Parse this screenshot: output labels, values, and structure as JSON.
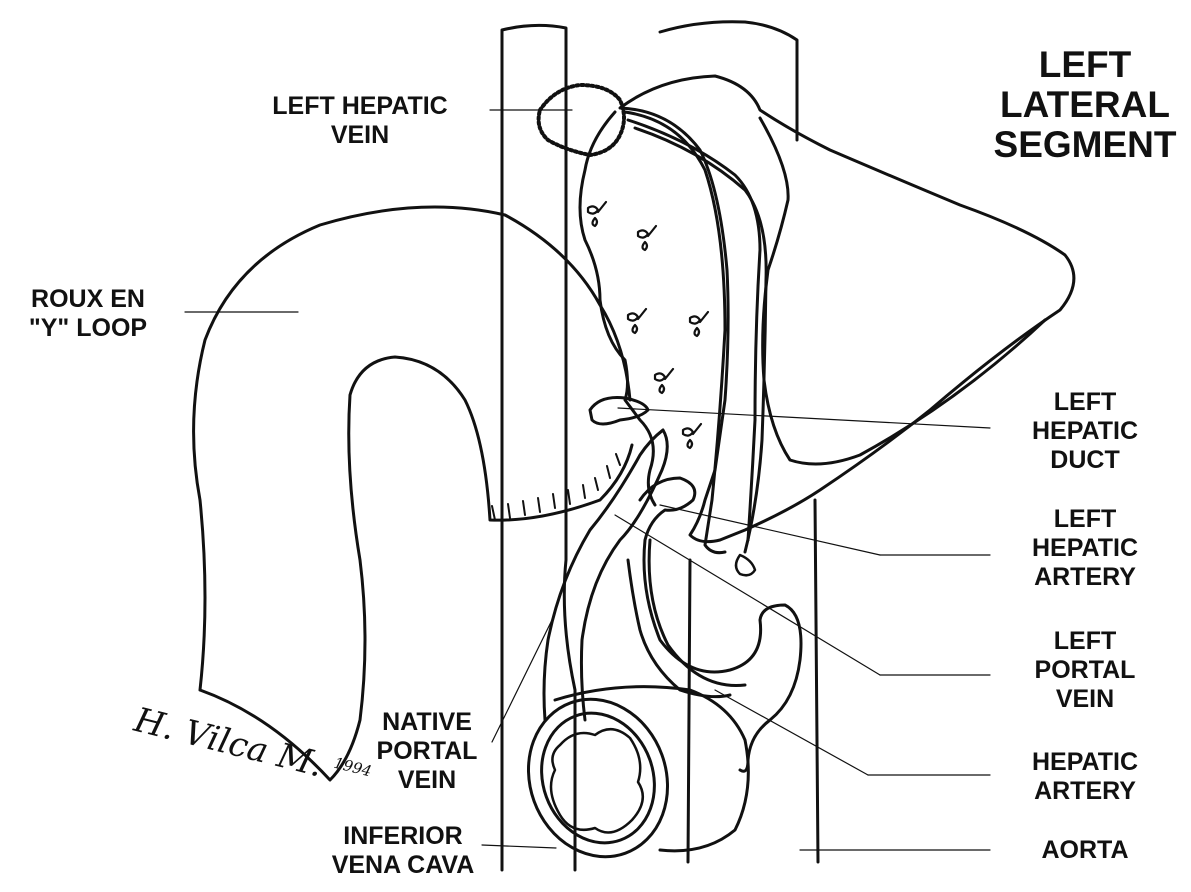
{
  "title": {
    "lines": [
      "LEFT",
      "LATERAL",
      "SEGMENT"
    ]
  },
  "labels": {
    "left_hepatic_vein": [
      "LEFT HEPATIC",
      "VEIN"
    ],
    "roux_loop": [
      "ROUX EN",
      "\"Y\" LOOP"
    ],
    "left_hepatic_duct": [
      "LEFT",
      "HEPATIC",
      "DUCT"
    ],
    "left_hepatic_artery": [
      "LEFT",
      "HEPATIC",
      "ARTERY"
    ],
    "left_portal_vein": [
      "LEFT",
      "PORTAL",
      "VEIN"
    ],
    "hepatic_artery": [
      "HEPATIC",
      "ARTERY"
    ],
    "aorta": [
      "AORTA"
    ],
    "native_portal_vein": [
      "NATIVE",
      "PORTAL",
      "VEIN"
    ],
    "ivc": [
      "INFERIOR",
      "VENA CAVA"
    ]
  },
  "signature": {
    "name": "H. Vilca M.",
    "year": "1994"
  },
  "colors": {
    "ink": "#111111",
    "paper": "#ffffff"
  }
}
